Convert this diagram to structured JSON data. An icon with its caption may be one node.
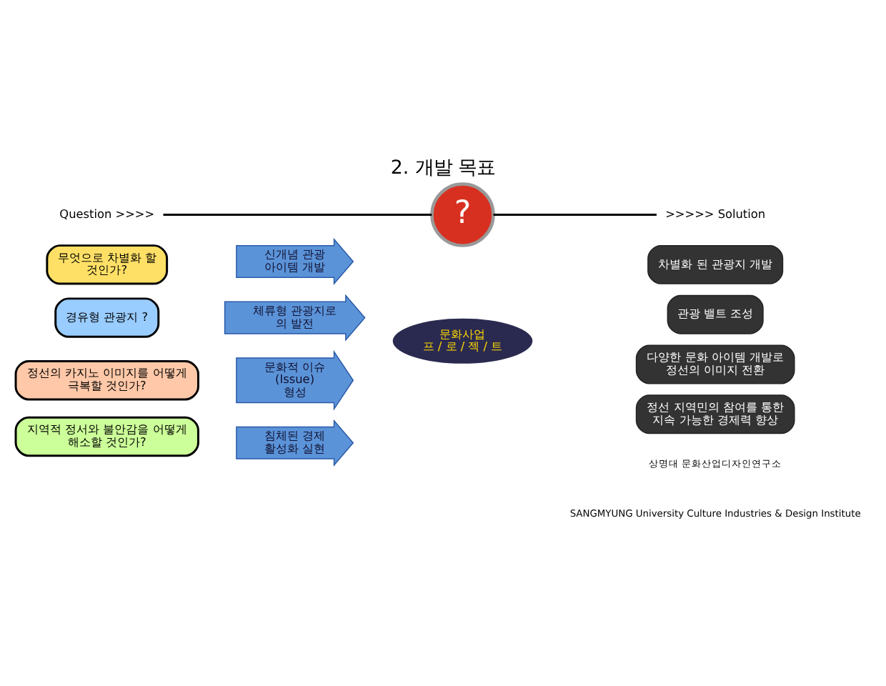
{
  "diagram": {
    "title": "2. 개발 목표",
    "nodes": [
      {
        "text": [
          "Question >>>>"
        ]
      },
      {
        "text": [
          "?"
        ]
      },
      {
        "text": [
          ">>>>> Solution"
        ]
      },
      {
        "text": [
          "무엇으로 차별화 할 것인가?"
        ]
      },
      {
        "text": [
          "경유형 관광지 ?"
        ]
      },
      {
        "text": [
          "정선의 카지노 이미지를 어떻게 극복할 것인가?"
        ]
      },
      {
        "text": [
          "지역적 정서와 불안감을 어떻게 해소할 것인가?"
        ]
      },
      {
        "text": [
          "신개념 관광 아이템 개발"
        ]
      },
      {
        "text": [
          "체류형 관광지로 의 발전"
        ]
      },
      {
        "text": [
          "문화적 이슈 (Issue) 형성"
        ]
      },
      {
        "text": [
          "침체된 경제 활성화 실현"
        ]
      },
      {
        "text": [
          "문화사업 프 / 로 / 젝 / 트"
        ]
      },
      {
        "text": [
          "차별화 된 관광지 개발"
        ]
      },
      {
        "text": [
          "관광 밸트 조성"
        ]
      },
      {
        "text": [
          "다양한 문화 아이템 개발로",
          "정선의 이미지 전환"
        ]
      },
      {
        "text": [
          "정선 지역민의 참여를 통한",
          "지속 가능한 경제력 향상"
        ]
      }
    ],
    "edges": [
      {
        "from": 0,
        "to": 1,
        "arrow": "none"
      },
      {
        "from": 1,
        "to": 2,
        "arrow": "none"
      }
    ],
    "labels": [
      "상명대 문화산업디자인연구소",
      "SANGMYUNG University Culture Industries & Design Institute"
    ]
  }
}
